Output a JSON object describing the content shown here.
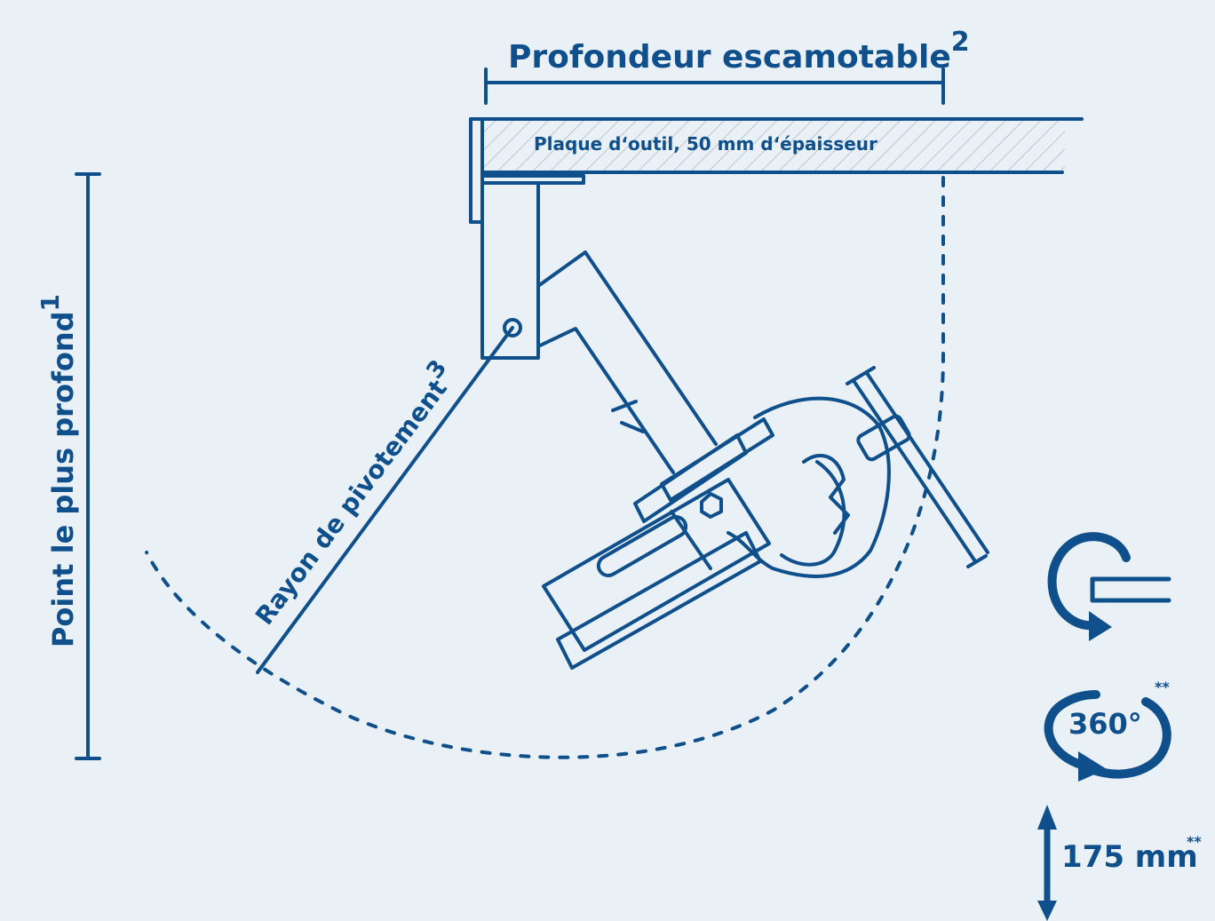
{
  "labels": {
    "top_dimension": "Profondeur escamotable",
    "top_dimension_sup": "2",
    "plate": "Plaque d‘outil, 50 mm d‘épaisseur",
    "left_dimension": "Point le plus profond",
    "left_dimension_sup": "1",
    "radius": "Rayon de pivotement",
    "radius_sup": "3",
    "rotation_value": "360°",
    "rotation_note": "**",
    "height_value": "175 mm",
    "height_note": "**"
  },
  "colors": {
    "primary": "#0e4f8c",
    "background": "#e9f0f6"
  },
  "icons": [
    "rotate-arrow-icon",
    "rotation-360-icon",
    "vertical-arrow-icon"
  ]
}
